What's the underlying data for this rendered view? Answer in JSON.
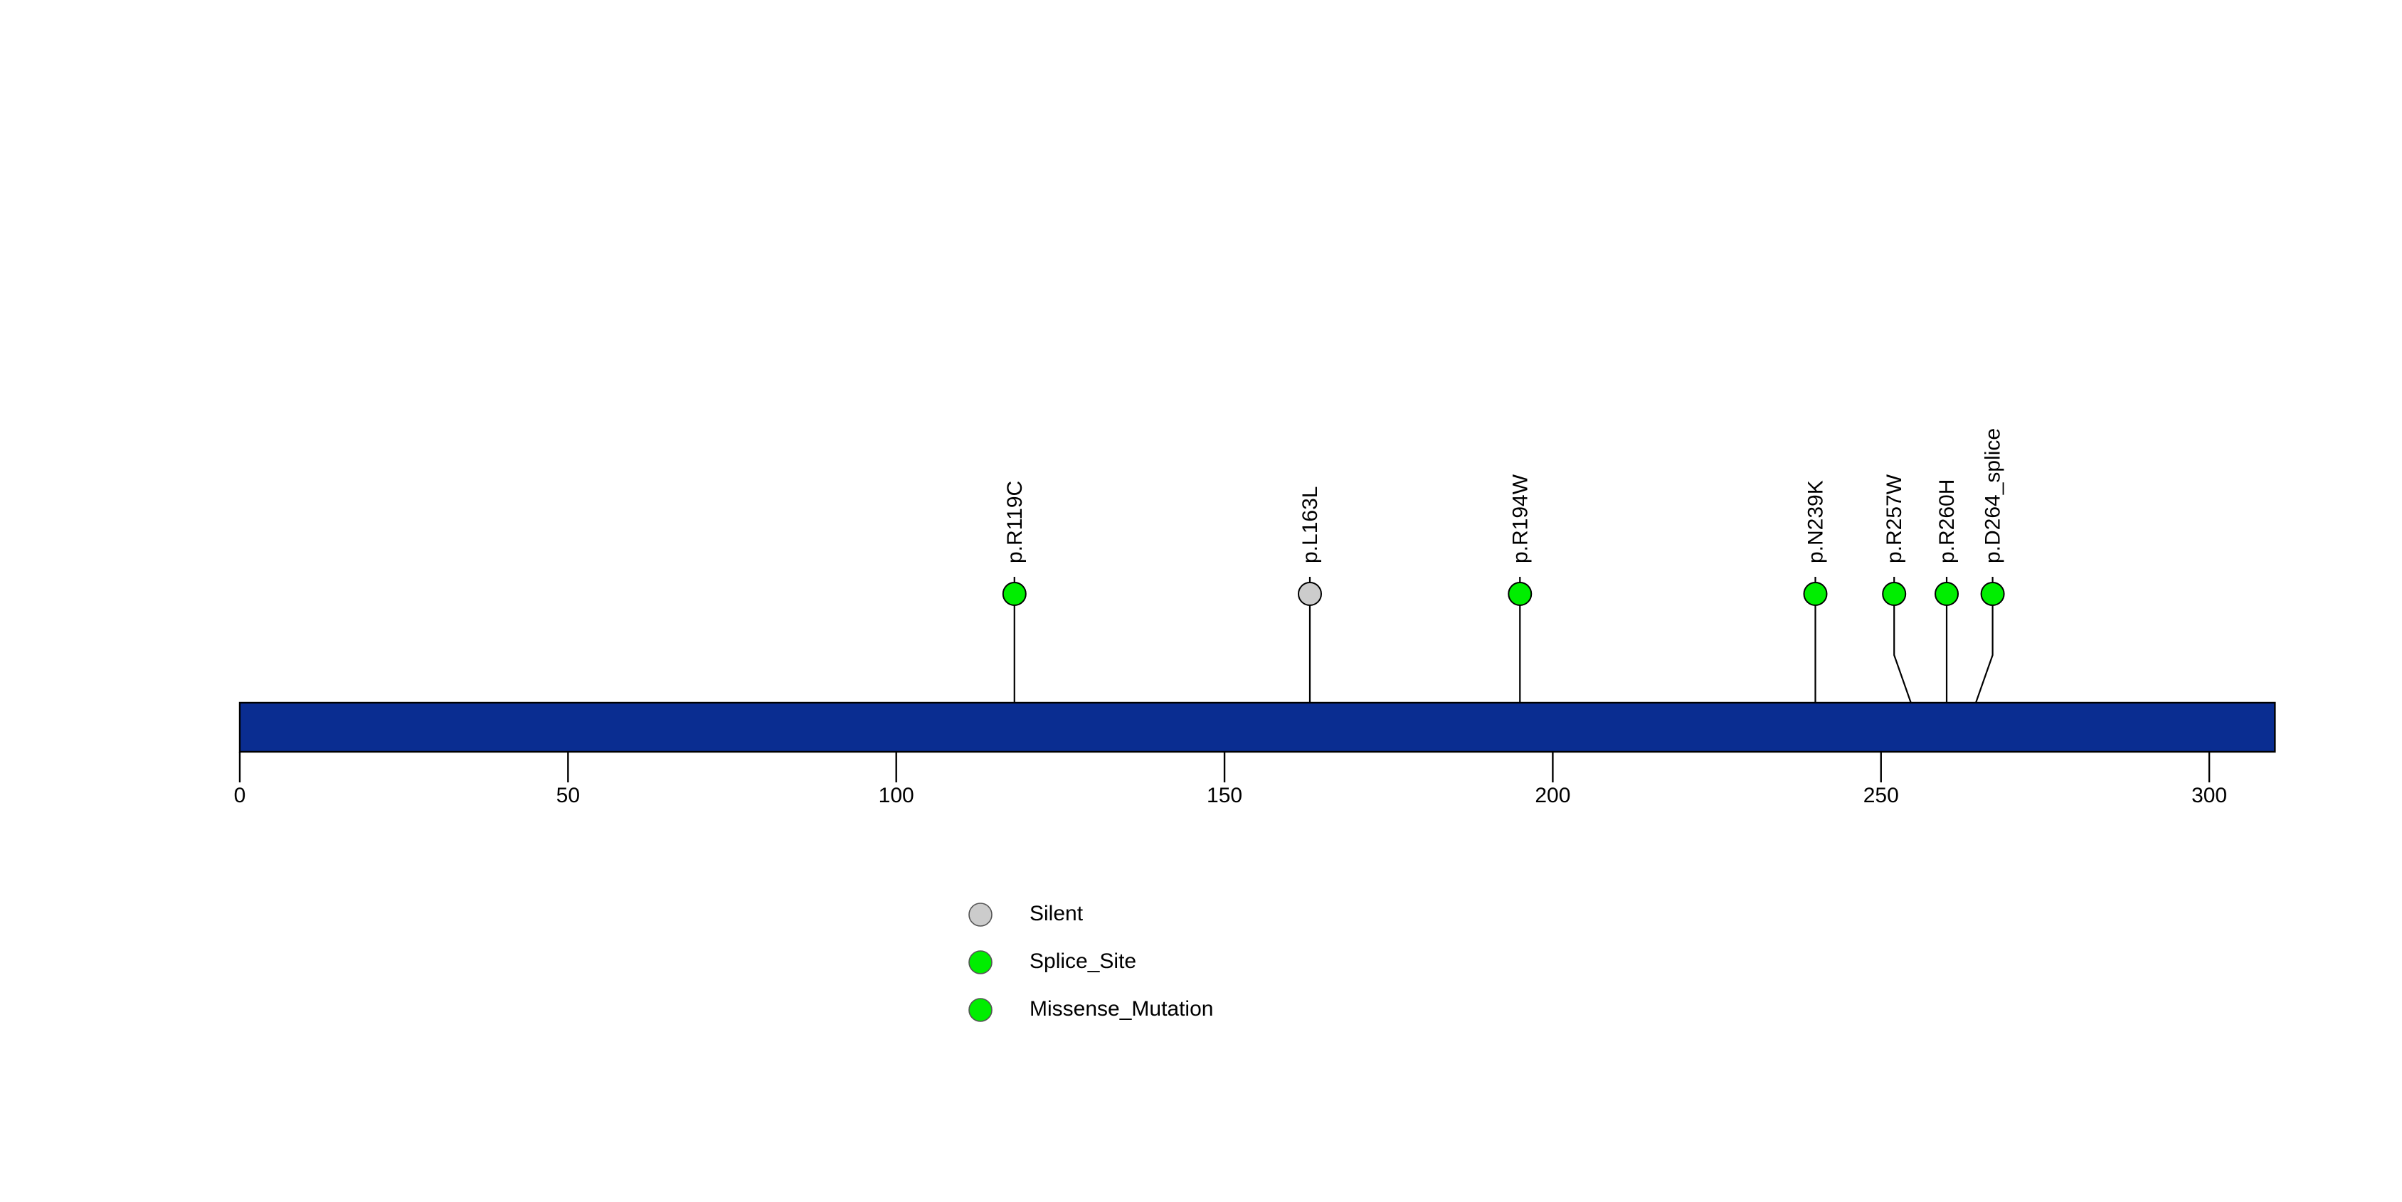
{
  "chart_data": {
    "type": "lollipop",
    "title": "",
    "xlabel": "",
    "ylabel": "",
    "xlim": [
      0,
      310
    ],
    "axis_ticks": [
      {
        "value": 0,
        "label": "0"
      },
      {
        "value": 50,
        "label": "50"
      },
      {
        "value": 100,
        "label": "100"
      },
      {
        "value": 150,
        "label": "150"
      },
      {
        "value": 200,
        "label": "200"
      },
      {
        "value": 250,
        "label": "250"
      },
      {
        "value": 300,
        "label": "300"
      }
    ],
    "protein_bar": {
      "start": 0,
      "end": 310,
      "color": "#0A2D91",
      "border_color": "#000000"
    },
    "mutations": [
      {
        "label": "p.R119C",
        "position": 118,
        "label_position": 118,
        "type": "Splice_Site",
        "color": "#00EE00",
        "count": 1
      },
      {
        "label": "p.L163L",
        "position": 163,
        "label_position": 163,
        "type": "Silent",
        "color": "#CCCCCC",
        "count": 1
      },
      {
        "label": "p.R194W",
        "position": 195,
        "label_position": 195,
        "type": "Missense_Mutation",
        "color": "#00EE00",
        "count": 1
      },
      {
        "label": "p.N239K",
        "position": 240,
        "label_position": 240,
        "type": "Missense_Mutation",
        "color": "#00EE00",
        "count": 1
      },
      {
        "label": "p.R257W",
        "position": 256,
        "label_position": 252,
        "type": "Missense_Mutation",
        "color": "#00EE00",
        "count": 1
      },
      {
        "label": "p.R260H",
        "position": 260,
        "label_position": 260,
        "type": "Missense_Mutation",
        "color": "#00EE00",
        "count": 1
      },
      {
        "label": "p.D264_splice",
        "position": 263,
        "label_position": 267,
        "type": "Splice_Site",
        "color": "#00EE00",
        "count": 1
      }
    ],
    "legend": {
      "position": "bottom-center",
      "entries": [
        {
          "label": "Silent",
          "color": "#CCCCCC"
        },
        {
          "label": "Splice_Site",
          "color": "#00EE00"
        },
        {
          "label": "Missense_Mutation",
          "color": "#00EE00"
        }
      ]
    },
    "colors": {
      "background": "#FFFFFF",
      "bar": "#0A2D91",
      "stem": "#000000",
      "text": "#000000",
      "silent": "#CCCCCC",
      "green": "#00EE00"
    }
  },
  "legend": {
    "entries": [
      {
        "label": "Silent"
      },
      {
        "label": "Splice_Site"
      },
      {
        "label": "Missense_Mutation"
      }
    ]
  }
}
